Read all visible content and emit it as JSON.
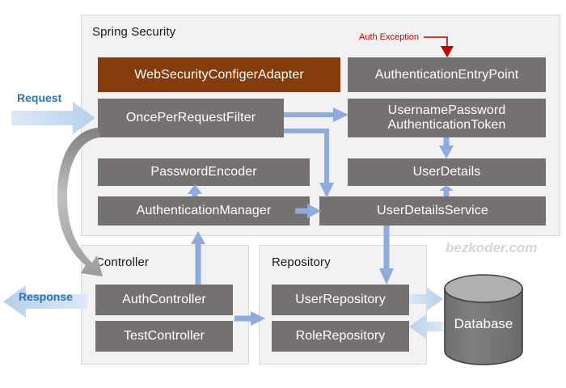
{
  "diagram": {
    "title_watermark": "bezkoder.com",
    "background_color": "#ffffff",
    "panel_color": "#f2f2f2",
    "box_color": "#767171",
    "accent_brown": "#843C0C",
    "accent_blue": "#8FAADC",
    "accent_light_blue": "#BDD7EE",
    "accent_red": "#C00000",
    "label_blue": "#2E75B6"
  },
  "flow_labels": {
    "request": "Request",
    "response": "Response",
    "auth_exception": "Auth Exception"
  },
  "groups": {
    "spring_security": {
      "title": "Spring Security",
      "boxes": [
        {
          "label": "WebSecurityConfigerAdapter",
          "color": "#843C0C"
        },
        {
          "label": "AuthenticationEntryPoint",
          "color": "#767171"
        },
        {
          "label": "OncePerRequestFilter",
          "color": "#767171"
        },
        {
          "label": "UsernamePassword\nAuthenticationToken",
          "line1": "UsernamePassword",
          "line2": "AuthenticationToken",
          "color": "#767171"
        },
        {
          "label": "PasswordEncoder",
          "color": "#767171"
        },
        {
          "label": "UserDetails",
          "color": "#767171"
        },
        {
          "label": "AuthenticationManager",
          "color": "#767171"
        },
        {
          "label": "UserDetailsService",
          "color": "#767171"
        }
      ]
    },
    "controller": {
      "title": "Controller",
      "boxes": [
        {
          "label": "AuthController",
          "color": "#767171"
        },
        {
          "label": "TestController",
          "color": "#767171"
        }
      ]
    },
    "repository": {
      "title": "Repository",
      "boxes": [
        {
          "label": "UserRepository",
          "color": "#767171"
        },
        {
          "label": "RoleRepository",
          "color": "#767171"
        }
      ]
    }
  },
  "database": {
    "label": "Database"
  }
}
